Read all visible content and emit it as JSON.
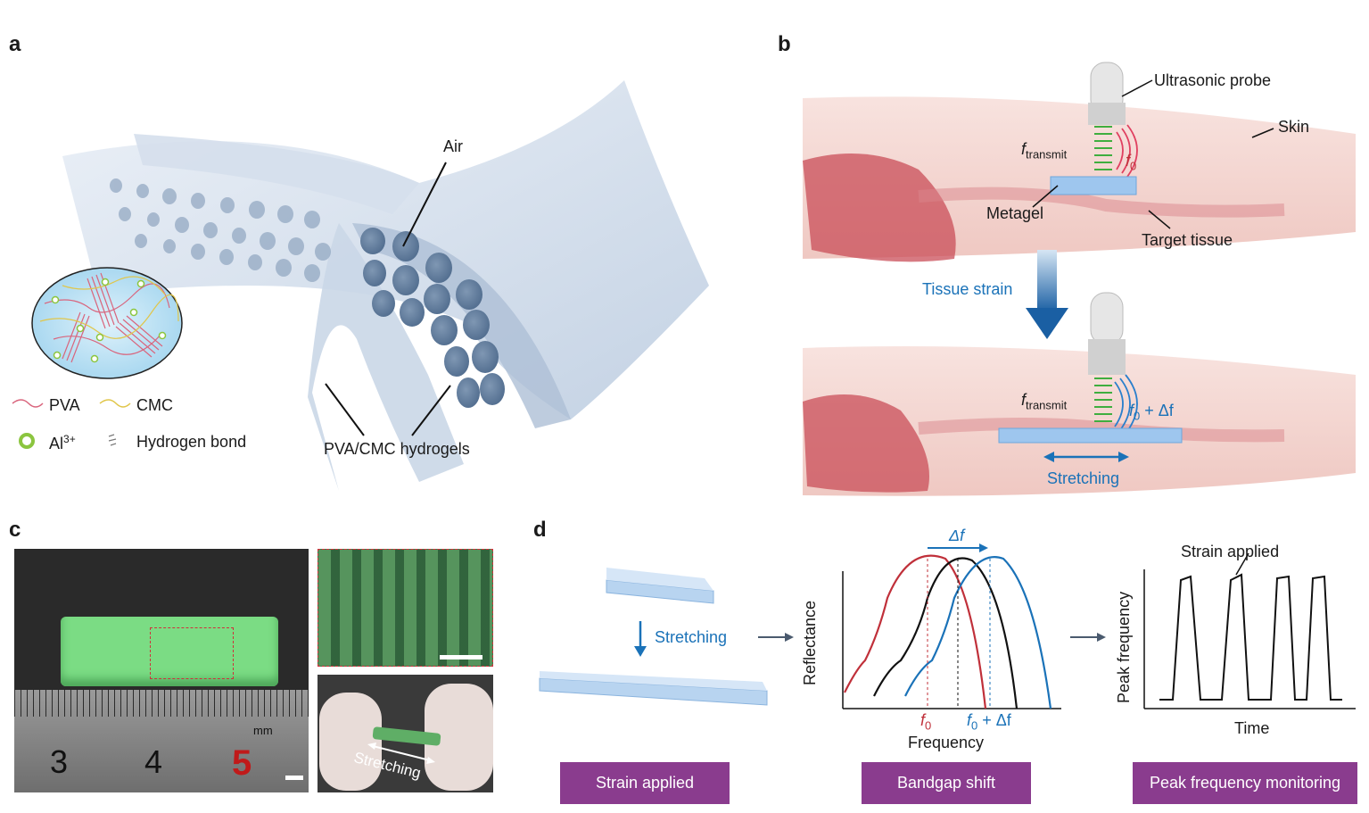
{
  "panels": {
    "a": "a",
    "b": "b",
    "c": "c",
    "d": "d"
  },
  "panel_a": {
    "air": "Air",
    "hydrogels": "PVA/CMC hydrogels",
    "legend": {
      "pva": "PVA",
      "cmc": "CMC",
      "al": "Al",
      "al_sup": "3+",
      "hbond": "Hydrogen bond"
    },
    "colors": {
      "pva": "#d9657d",
      "cmc": "#e0c64a",
      "al": "#8bc53f"
    }
  },
  "panel_b": {
    "probe": "Ultrasonic probe",
    "skin": "Skin",
    "f": "f",
    "transmit": "transmit",
    "f0": "f",
    "f0_sub": "0",
    "metagel": "Metagel",
    "target": "Target tissue",
    "strain": "Tissue strain",
    "f_shift_base": "f",
    "f_shift_sub": "0",
    "f_shift_rest": " + Δf",
    "stretching": "Stretching"
  },
  "panel_c": {
    "ruler": [
      "3",
      "4",
      "5"
    ],
    "mm": "mm",
    "stretching": "Stretching"
  },
  "panel_d": {
    "stretching": "Stretching",
    "delta_f": "Δf",
    "ylabel1": "Reflectance",
    "xlabel1": "Frequency",
    "f0": "f",
    "f0_sub": "0",
    "f0_shift_base": "f",
    "f0_shift_sub": "0",
    "f0_shift_rest": " + Δf",
    "strain_applied": "Strain applied",
    "ylabel2": "Peak frequency",
    "xlabel2": "Time",
    "btn1": "Strain applied",
    "btn2": "Bandgap shift",
    "btn3": "Peak frequency monitoring"
  }
}
